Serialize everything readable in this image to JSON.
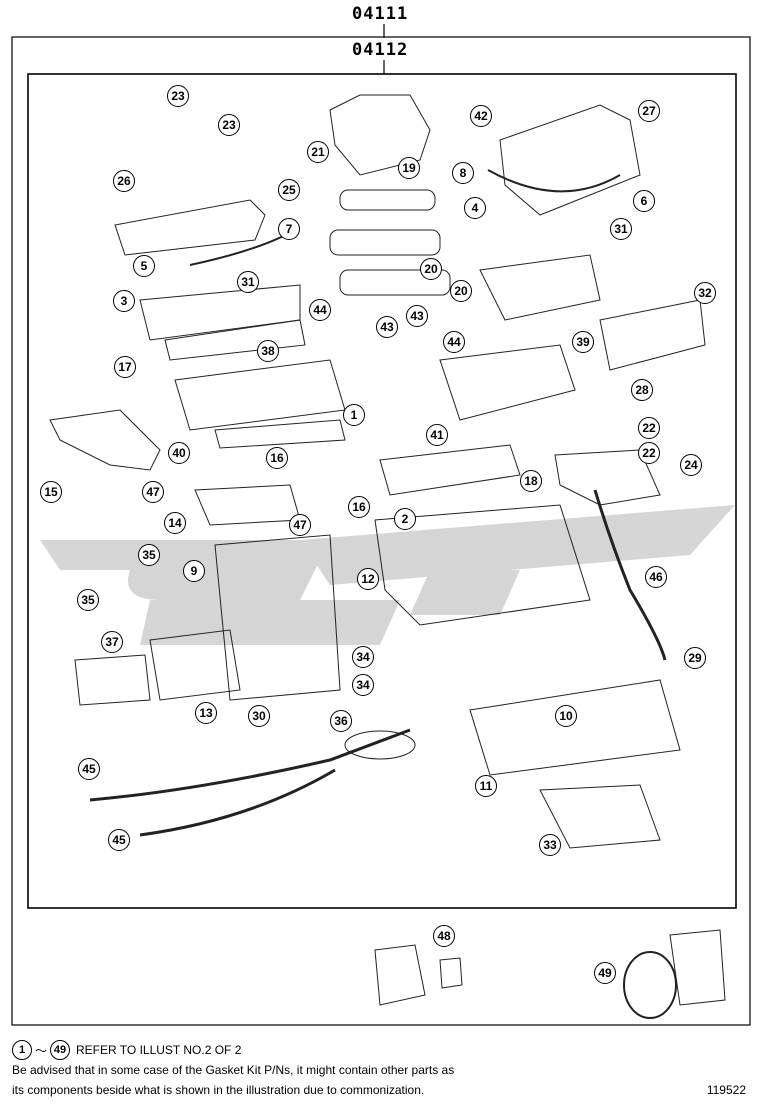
{
  "header": {
    "kit_number": "04111",
    "subkit_number": "04112"
  },
  "callouts": [
    {
      "n": "23"
    },
    {
      "n": "23"
    },
    {
      "n": "21"
    },
    {
      "n": "42"
    },
    {
      "n": "27"
    },
    {
      "n": "26"
    },
    {
      "n": "25"
    },
    {
      "n": "19"
    },
    {
      "n": "8"
    },
    {
      "n": "6"
    },
    {
      "n": "7"
    },
    {
      "n": "4"
    },
    {
      "n": "31"
    },
    {
      "n": "5"
    },
    {
      "n": "31"
    },
    {
      "n": "20"
    },
    {
      "n": "20"
    },
    {
      "n": "3"
    },
    {
      "n": "44"
    },
    {
      "n": "43"
    },
    {
      "n": "43"
    },
    {
      "n": "32"
    },
    {
      "n": "38"
    },
    {
      "n": "44"
    },
    {
      "n": "39"
    },
    {
      "n": "17"
    },
    {
      "n": "28"
    },
    {
      "n": "1"
    },
    {
      "n": "41"
    },
    {
      "n": "22"
    },
    {
      "n": "22"
    },
    {
      "n": "40"
    },
    {
      "n": "24"
    },
    {
      "n": "16"
    },
    {
      "n": "18"
    },
    {
      "n": "15"
    },
    {
      "n": "47"
    },
    {
      "n": "16"
    },
    {
      "n": "2"
    },
    {
      "n": "14"
    },
    {
      "n": "47"
    },
    {
      "n": "35"
    },
    {
      "n": "9"
    },
    {
      "n": "12"
    },
    {
      "n": "46"
    },
    {
      "n": "35"
    },
    {
      "n": "37"
    },
    {
      "n": "34"
    },
    {
      "n": "29"
    },
    {
      "n": "34"
    },
    {
      "n": "13"
    },
    {
      "n": "30"
    },
    {
      "n": "36"
    },
    {
      "n": "10"
    },
    {
      "n": "45"
    },
    {
      "n": "11"
    },
    {
      "n": "45"
    },
    {
      "n": "33"
    },
    {
      "n": "48"
    },
    {
      "n": "49"
    }
  ],
  "footer": {
    "range_start": "1",
    "range_sep": "～",
    "range_end": "49",
    "range_text": "REFER TO ILLUST NO.2 OF 2",
    "note_line1": "Be advised that in some case of the Gasket Kit P/Ns,  it might contain other parts as",
    "note_line2": "its components beside what is shown in the illustration due to commonization.",
    "illustration_id": "119522"
  }
}
